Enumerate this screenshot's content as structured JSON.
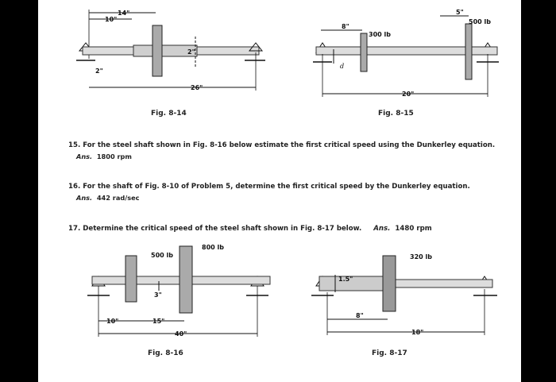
{
  "figures": {
    "fig_8_14": {
      "caption": "Fig. 8-14",
      "dims": {
        "top": "14\"",
        "left": "10\"",
        "offset": "2\"",
        "small": "2\"",
        "span": "26\""
      }
    },
    "fig_8_15": {
      "caption": "Fig. 8-15",
      "dims": {
        "gap": "8\"",
        "end": "5\"",
        "load_a": "300 lb",
        "load_b": "500 lb",
        "diameter": "d",
        "span": "20\""
      }
    },
    "fig_8_16": {
      "caption": "Fig. 8-16",
      "dims": {
        "load_a": "500 lb",
        "load_b": "800 lb",
        "dia": "3\"",
        "seg_a": "10\"",
        "seg_b": "15\"",
        "span": "40\""
      }
    },
    "fig_8_17": {
      "caption": "Fig. 8-17",
      "dims": {
        "load": "320 lb",
        "dia": "1.5\"",
        "seg": "8\"",
        "span": "18\""
      }
    }
  },
  "problems": [
    {
      "number": "15.",
      "text": "For the steel shaft shown in Fig. 8-16 below estimate the first critical speed using the Dunkerley equation.",
      "ans_label": "Ans.",
      "ans_value": "1800 rpm"
    },
    {
      "number": "16.",
      "text": "For the shaft of Fig. 8-10 of Problem 5, determine the first critical speed by the Dunkerley equation.",
      "ans_label": "Ans.",
      "ans_value": "442 rad/sec"
    },
    {
      "number": "17.",
      "text": "Determine the critical speed of the steel shaft shown in Fig. 8-17 below.",
      "ans_label": "Ans.",
      "ans_value": "1480 rpm"
    }
  ]
}
